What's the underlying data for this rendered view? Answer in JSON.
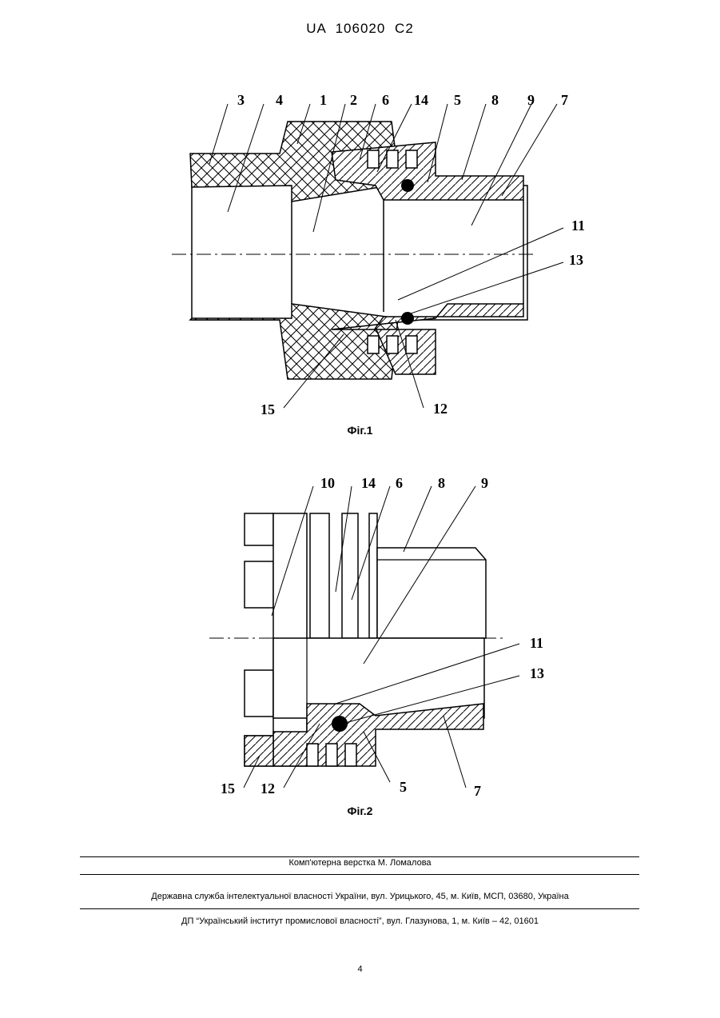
{
  "header": {
    "publication": "UA   106020   C2"
  },
  "figures": [
    {
      "caption": "Фіг.1",
      "labels_top": [
        "3",
        "4",
        "1",
        "2",
        "6",
        "14",
        "5",
        "8",
        "9",
        "7"
      ],
      "labels_right": [
        "11",
        "13"
      ],
      "labels_bottom": [
        "15",
        "12"
      ]
    },
    {
      "caption": "Фіг.2",
      "labels_top": [
        "10",
        "14",
        "6",
        "8",
        "9"
      ],
      "labels_right": [
        "11",
        "13"
      ],
      "labels_bottom": [
        "15",
        "12",
        "5",
        "7"
      ]
    }
  ],
  "footer": {
    "typesetting": "Комп'ютерна верстка М. Ломалова",
    "agency": "Державна служба інтелектуальної власності України, вул. Урицького, 45, м. Київ, МСП, 03680, Україна",
    "institute": "ДП “Український інститут промислової власності”, вул. Глазунова, 1, м. Київ – 42, 01601"
  },
  "page_number": "4"
}
